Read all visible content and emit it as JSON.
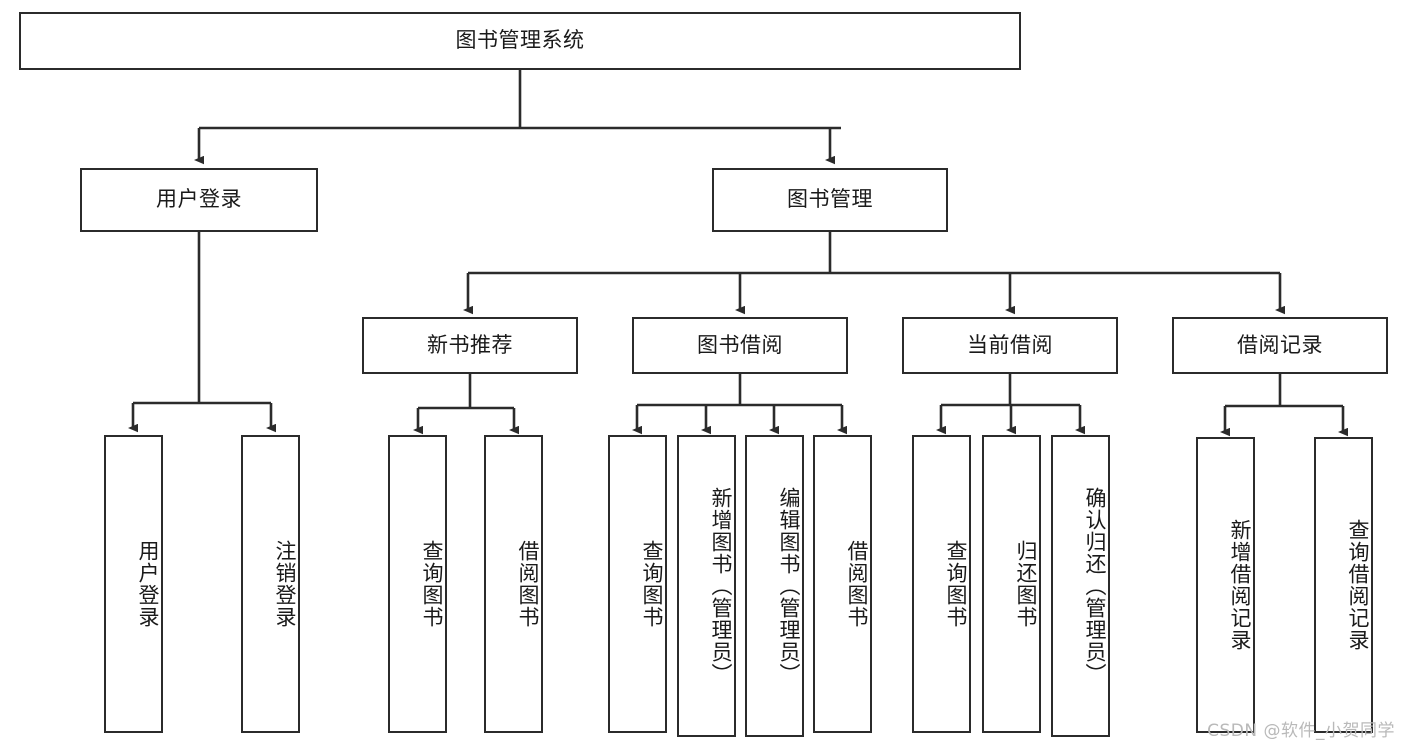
{
  "diagram": {
    "title": "图书管理系统",
    "stroke_color": "#2b2b2b",
    "background_color": "#ffffff",
    "watermark": "CSDN @软件_小贺同学",
    "root": {
      "label": "图书管理系统"
    },
    "level2": [
      {
        "label": "用户登录"
      },
      {
        "label": "图书管理"
      }
    ],
    "level3": [
      {
        "label": "新书推荐"
      },
      {
        "label": "图书借阅"
      },
      {
        "label": "当前借阅"
      },
      {
        "label": "借阅记录"
      }
    ],
    "leaves": {
      "user_login": [
        {
          "label": "用户登录"
        },
        {
          "label": "注销登录"
        }
      ],
      "new_book": [
        {
          "label": "查询图书"
        },
        {
          "label": "借阅图书"
        }
      ],
      "book_borrow": [
        {
          "label": "查询图书"
        },
        {
          "label": "新增图书（管理员）"
        },
        {
          "label": "编辑图书（管理员）"
        },
        {
          "label": "借阅图书"
        }
      ],
      "current_borrow": [
        {
          "label": "查询图书"
        },
        {
          "label": "归还图书"
        },
        {
          "label": "确认归还（管理员）"
        }
      ],
      "borrow_record": [
        {
          "label": "新增借阅记录"
        },
        {
          "label": "查询借阅记录"
        }
      ]
    }
  }
}
